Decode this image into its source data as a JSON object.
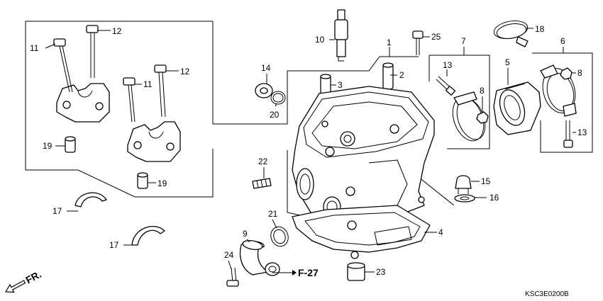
{
  "diagram": {
    "part_labels": [
      {
        "id": "p1",
        "text": "1"
      },
      {
        "id": "p2",
        "text": "2"
      },
      {
        "id": "p3",
        "text": "3"
      },
      {
        "id": "p4",
        "text": "4"
      },
      {
        "id": "p5",
        "text": "5"
      },
      {
        "id": "p6",
        "text": "6"
      },
      {
        "id": "p7",
        "text": "7"
      },
      {
        "id": "p8a",
        "text": "8"
      },
      {
        "id": "p8b",
        "text": "8"
      },
      {
        "id": "p9",
        "text": "9"
      },
      {
        "id": "p10",
        "text": "10"
      },
      {
        "id": "p11a",
        "text": "11"
      },
      {
        "id": "p11b",
        "text": "11"
      },
      {
        "id": "p12a",
        "text": "12"
      },
      {
        "id": "p12b",
        "text": "12"
      },
      {
        "id": "p13a",
        "text": "13"
      },
      {
        "id": "p13b",
        "text": "13"
      },
      {
        "id": "p14",
        "text": "14"
      },
      {
        "id": "p15",
        "text": "15"
      },
      {
        "id": "p16",
        "text": "16"
      },
      {
        "id": "p17a",
        "text": "17"
      },
      {
        "id": "p17b",
        "text": "17"
      },
      {
        "id": "p18",
        "text": "18"
      },
      {
        "id": "p19a",
        "text": "19"
      },
      {
        "id": "p19b",
        "text": "19"
      },
      {
        "id": "p20",
        "text": "20"
      },
      {
        "id": "p21",
        "text": "21"
      },
      {
        "id": "p22",
        "text": "22"
      },
      {
        "id": "p23",
        "text": "23"
      },
      {
        "id": "p24",
        "text": "24"
      },
      {
        "id": "p25",
        "text": "25"
      }
    ],
    "reference": "F-27",
    "direction": "FR.",
    "diagram_code": "KSC3E0200B"
  }
}
